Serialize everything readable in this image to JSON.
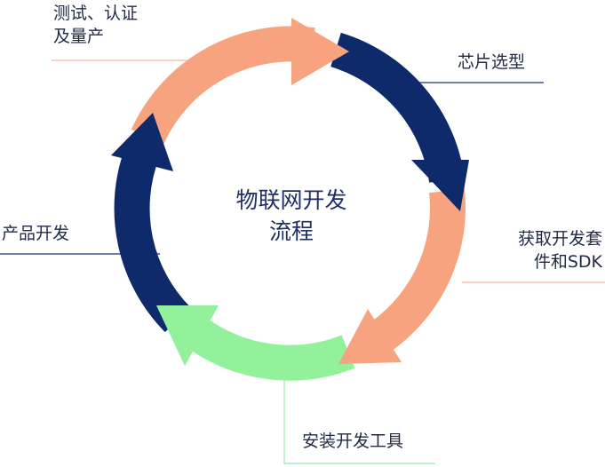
{
  "center": {
    "line1": "物联网开发",
    "line2": "流程"
  },
  "steps": {
    "test": {
      "line1": "测试、认证",
      "line2": "及量产"
    },
    "chip": {
      "label": "芯片选型"
    },
    "sdk": {
      "line1": "获取开发套",
      "line2": "件和SDK"
    },
    "tools": {
      "label": "安装开发工具"
    },
    "product": {
      "label": "产品开发"
    }
  },
  "colors": {
    "navy": "#0e2a6b",
    "salmon": "#f7a37f",
    "green": "#93f09b",
    "leader_navy": "#1e3270",
    "leader_salmon": "#f4b8a0",
    "leader_green": "#9aebaa"
  }
}
